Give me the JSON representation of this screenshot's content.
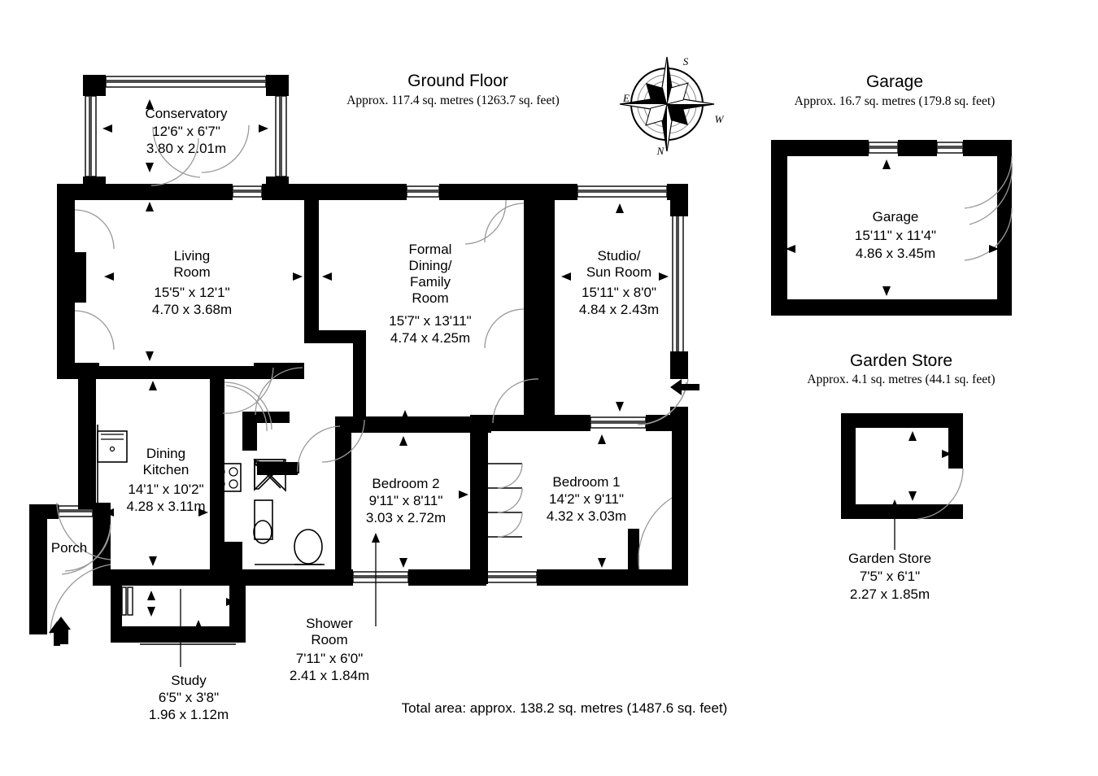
{
  "page": {
    "background": "#ffffff",
    "wall_color": "#000000",
    "line_color": "#1a1a1a"
  },
  "floors": [
    {
      "id": "ground-floor",
      "title": "Ground Floor",
      "area": "Approx. 117.4 sq. metres (1263.7 sq. feet)"
    },
    {
      "id": "garage",
      "title": "Garage",
      "area": "Approx. 16.7 sq. metres (179.8 sq. feet)"
    },
    {
      "id": "garden-store",
      "title": "Garden Store",
      "area": "Approx. 4.1 sq. metres (44.1 sq. feet)"
    }
  ],
  "rooms": [
    {
      "id": "conservatory",
      "name": "Conservatory",
      "imperial": "12'6\" x 6'7\"",
      "metric": "3.80 x 2.01m"
    },
    {
      "id": "living-room",
      "name": "Living\nRoom",
      "imperial": "15'5\" x 12'1\"",
      "metric": "4.70 x 3.68m"
    },
    {
      "id": "formal-dining",
      "name": "Formal\nDining/\nFamily\nRoom",
      "imperial": "15'7\" x 13'11\"",
      "metric": "4.74 x 4.25m"
    },
    {
      "id": "studio-sun",
      "name": "Studio/\nSun Room",
      "imperial": "15'11\" x 8'0\"",
      "metric": "4.84 x 2.43m"
    },
    {
      "id": "dining-kitchen",
      "name": "Dining\nKitchen",
      "imperial": "14'1\" x 10'2\"",
      "metric": "4.28 x 3.11m"
    },
    {
      "id": "bedroom-2",
      "name": "Bedroom 2",
      "imperial": "9'11\" x 8'11\"",
      "metric": "3.03 x 2.72m"
    },
    {
      "id": "bedroom-1",
      "name": "Bedroom 1",
      "imperial": "14'2\" x 9'11\"",
      "metric": "4.32 x 3.03m"
    },
    {
      "id": "shower-room",
      "name": "Shower\nRoom",
      "imperial": "7'11\" x 6'0\"",
      "metric": "2.41 x 1.84m"
    },
    {
      "id": "study",
      "name": "Study",
      "imperial": "6'5\" x 3'8\"",
      "metric": "1.96 x 1.12m"
    },
    {
      "id": "porch",
      "name": "Porch",
      "imperial": "",
      "metric": ""
    },
    {
      "id": "garage-room",
      "name": "Garage",
      "imperial": "15'11\" x 11'4\"",
      "metric": "4.86 x 3.45m"
    },
    {
      "id": "garden-store-room",
      "name": "Garden Store",
      "imperial": "7'5\" x 6'1\"",
      "metric": "2.27 x 1.85m"
    }
  ],
  "compass": {
    "name": "compass-rose",
    "top": "S",
    "bottom": "N",
    "left": "E",
    "right": "W"
  },
  "footer": {
    "total_area": "Total area: approx. 138.2 sq. metres (1487.6 sq. feet)"
  }
}
